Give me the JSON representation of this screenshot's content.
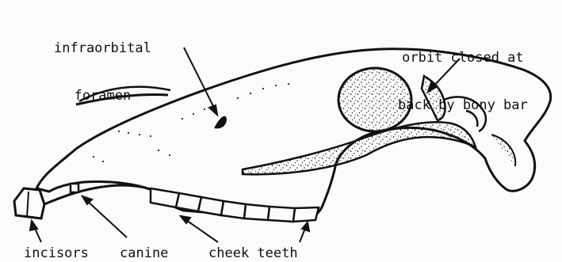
{
  "figure": {
    "background": "#fbfbfa",
    "ink": "#111111"
  },
  "labels": {
    "infraorbital_foramen": [
      "infraorbital",
      "foramen"
    ],
    "orbit": [
      "orbit closed at",
      "back by bony bar"
    ],
    "incisors": "incisors",
    "canine": "canine",
    "cheek_teeth": "cheek teeth"
  }
}
